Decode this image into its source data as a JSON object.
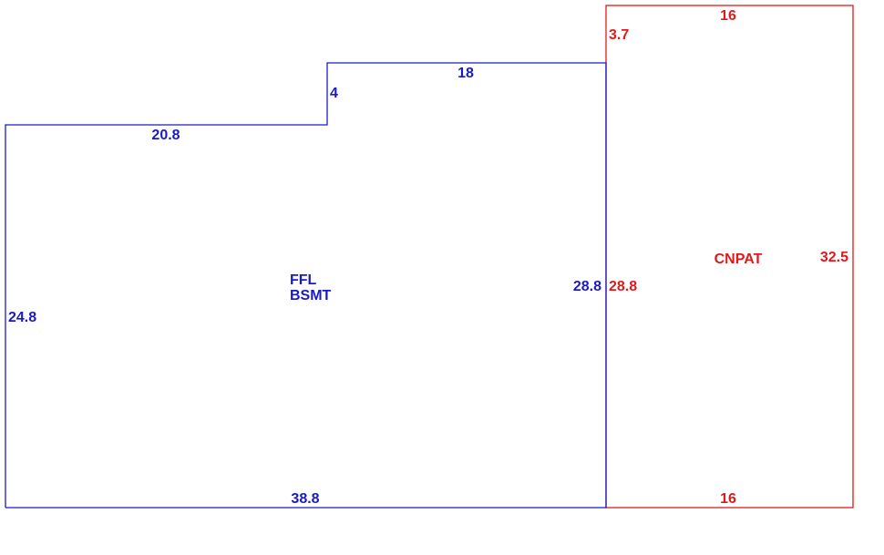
{
  "colors": {
    "main_area": "#1a1ac8",
    "secondary_area": "#e01a1a",
    "background": "#ffffff"
  },
  "main_area": {
    "label_line1": "FFL",
    "label_line2": "BSMT",
    "dims": {
      "upper_top": "18",
      "step": "4",
      "lower_top": "20.8",
      "left": "24.8",
      "bottom": "38.8",
      "right": "28.8"
    }
  },
  "secondary_area": {
    "label": "CNPAT",
    "dims": {
      "top": "16",
      "offset": "3.7",
      "right": "32.5",
      "left": "28.8",
      "bottom": "16"
    }
  }
}
